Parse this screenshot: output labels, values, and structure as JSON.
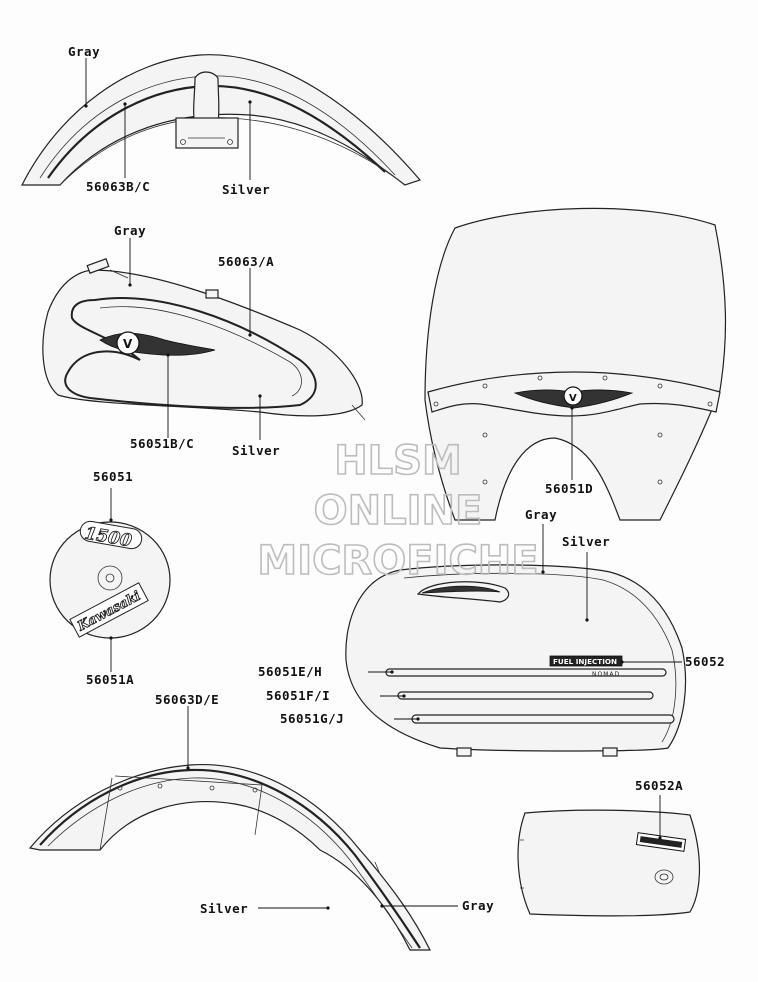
{
  "labels": {
    "front_fender_gray": "Gray",
    "front_fender_part": "56063B/C",
    "front_fender_silver": "Silver",
    "tank_gray": "Gray",
    "tank_part": "56063/A",
    "tank_emblem_part": "56051B/C",
    "tank_silver": "Silver",
    "cover_top_part": "56051",
    "cover_bottom_part": "56051A",
    "windshield_part": "56051D",
    "saddlebag_gray": "Gray",
    "saddlebag_silver": "Silver",
    "saddlebag_stripe1": "56051E/H",
    "saddlebag_stripe2": "56051F/I",
    "saddlebag_stripe3": "56051G/J",
    "saddlebag_logo_part": "56052",
    "rear_fender_part": "56063D/E",
    "rear_fender_silver": "Silver",
    "rear_fender_gray": "Gray",
    "side_cover_part": "56052A"
  },
  "cover_text": {
    "number": "1500",
    "brand": "Kawasaki"
  },
  "saddlebag_text": {
    "badge": "FUEL INJECTION",
    "model": "NOMAD"
  },
  "watermark": {
    "line1": "HLSM",
    "line2": "ONLINE",
    "line3": "MICROFICHE"
  },
  "colors": {
    "line": "#222222",
    "part_fill": "#f4f4f4",
    "watermark": "#bdbdbd"
  }
}
